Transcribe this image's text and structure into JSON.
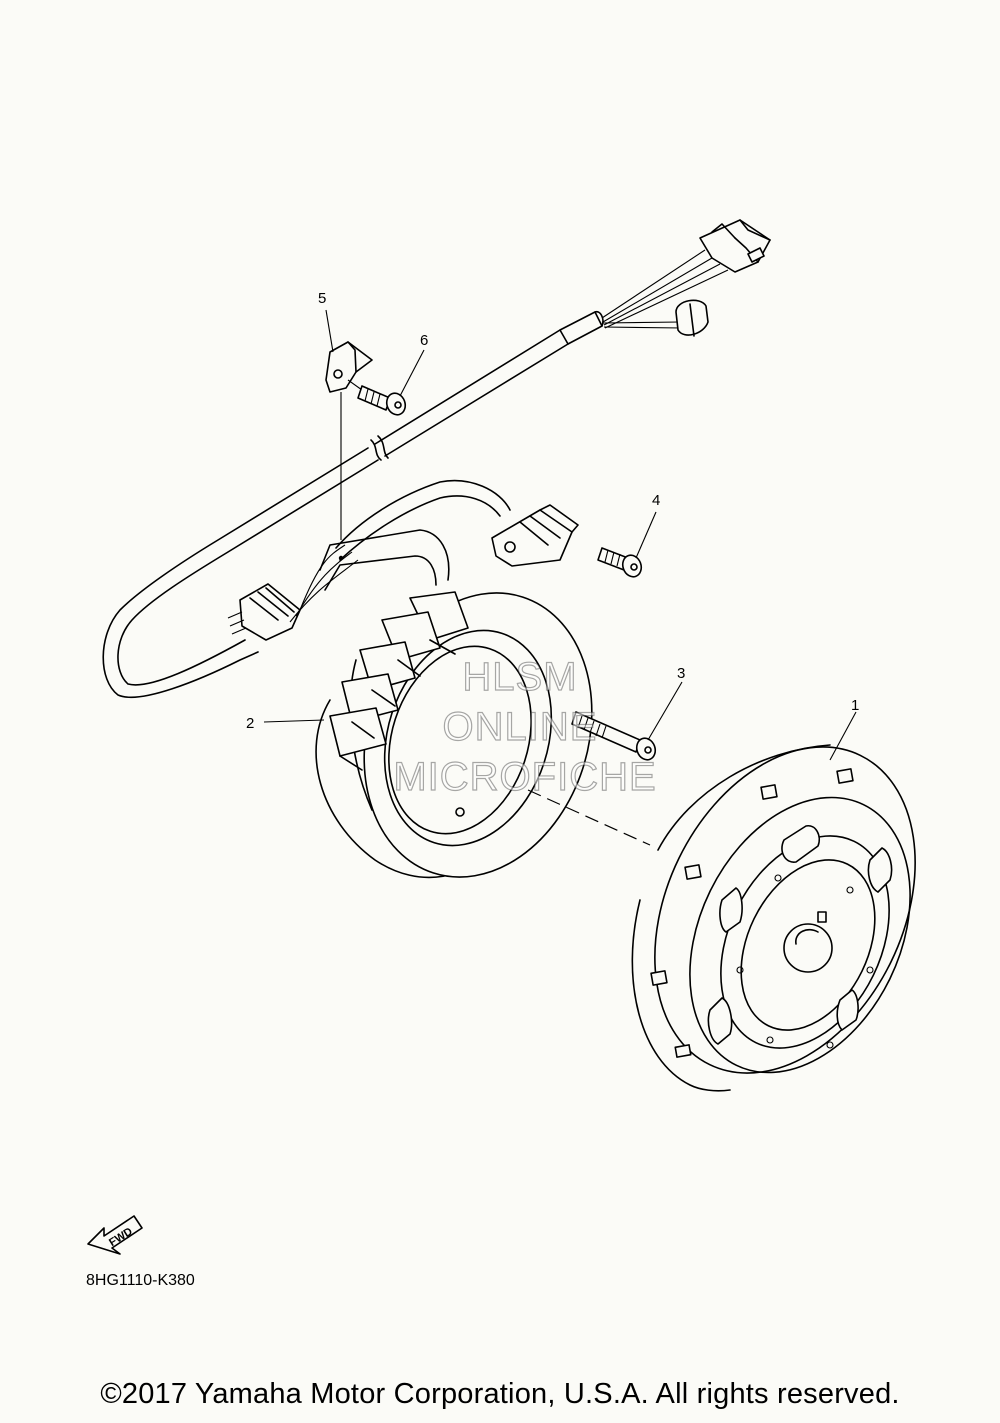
{
  "diagram": {
    "callouts": [
      "1",
      "2",
      "3",
      "4",
      "5",
      "6"
    ],
    "fwd_label": "FWD",
    "part_code": "8HG1110-K380"
  },
  "watermark": {
    "line1": "HLSM",
    "line2": "ONLINE",
    "line3": "MICROFICHE"
  },
  "footer": {
    "copyright": "©2017 Yamaha Motor Corporation, U.S.A. All rights reserved."
  }
}
